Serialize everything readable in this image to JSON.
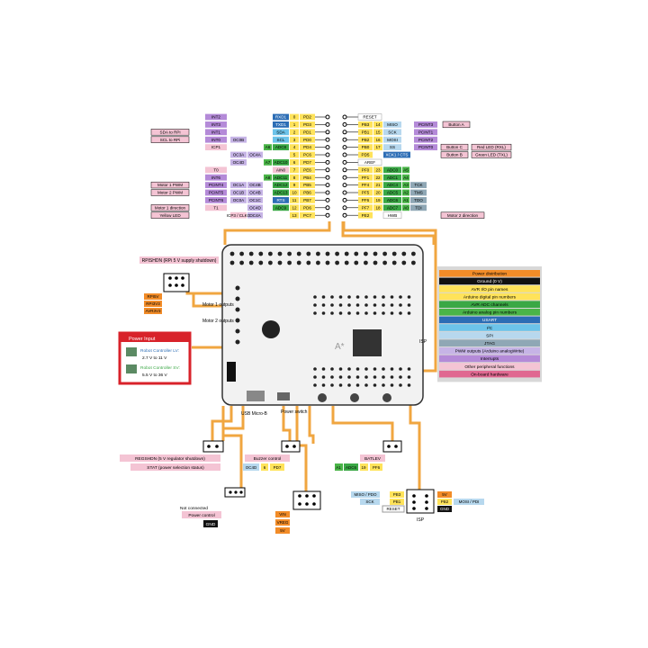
{
  "colors": {
    "power": "#f28c28",
    "ground": "#111111",
    "io": "#ffe35a",
    "digital": "#ffe35a",
    "adc": "#3aa845",
    "analog": "#4ab548",
    "usart": "#2c6db5",
    "i2c": "#6cc3ea",
    "spi": "#b7d8ee",
    "jtag": "#8fa7b5",
    "pwm": "#c6b4e6",
    "interrupt": "#b48ad8",
    "periph": "#f4c4d4",
    "hw": "#e06891",
    "board": "#f2f2f2",
    "orange_line": "#f0a640",
    "red": "#d8222a"
  },
  "legend": {
    "items": [
      {
        "label": "Power distribution",
        "kind": "power"
      },
      {
        "label": "Ground (0 V)",
        "kind": "ground"
      },
      {
        "label": "AVR I/O pin names",
        "kind": "io"
      },
      {
        "label": "Arduino digital pin numbers",
        "kind": "digital"
      },
      {
        "label": "AVR ADC channels",
        "kind": "adc"
      },
      {
        "label": "Arduino analog pin numbers",
        "kind": "analog"
      },
      {
        "label": "USART",
        "kind": "usart"
      },
      {
        "label": "I²C",
        "kind": "i2c"
      },
      {
        "label": "SPI",
        "kind": "spi"
      },
      {
        "label": "JTAG",
        "kind": "jtag"
      },
      {
        "label": "PWM outputs (Arduino analogWrite)",
        "kind": "pwm"
      },
      {
        "label": "Interrupts",
        "kind": "interrupt"
      },
      {
        "label": "Other peripheral functions",
        "kind": "periph"
      },
      {
        "label": "On-board hardware",
        "kind": "hw"
      }
    ]
  },
  "left_header": {
    "rows": [
      {
        "hw": "",
        "periph": "",
        "extra": "",
        "pcint": "INT2",
        "usart": "RXD1",
        "num": "0",
        "pin": "PD2"
      },
      {
        "hw": "",
        "periph": "",
        "extra": "",
        "pcint": "INT3",
        "usart": "TXD1",
        "num": "1",
        "pin": "PD3"
      },
      {
        "hw": "SDA to RPi",
        "periph": "",
        "extra": "",
        "pcint": "INT1",
        "usart": "SDA",
        "num": "2",
        "pin": "PD1"
      },
      {
        "hw": "SCL to RPi",
        "periph": "OC0B",
        "extra": "",
        "pcint": "INT0",
        "usart": "SCL",
        "num": "3",
        "pin": "PD0"
      },
      {
        "hw": "",
        "periph": "",
        "extra": "A6",
        "pcint": "ICP1",
        "usart": "ADC8",
        "num": "4",
        "pin": "PD4"
      },
      {
        "hw": "",
        "periph": "OC3A",
        "extra": "OC4A",
        "pcint": "",
        "usart": "",
        "num": "5",
        "pin": "PC6"
      },
      {
        "hw": "",
        "periph": "OC4D",
        "extra": "A7",
        "pcint": "",
        "usart": "ADC10",
        "num": "6",
        "pin": "PD7"
      },
      {
        "hw": "",
        "periph": "",
        "extra": "",
        "pcint": "T0",
        "usart": "AIN0",
        "num": "7",
        "pin": "PE6"
      },
      {
        "hw": "",
        "periph": "",
        "extra": "A8",
        "pcint": "INT6",
        "usart": "ADC11",
        "num": "8",
        "pin": "PB4"
      },
      {
        "hw": "Motor 1 PWM",
        "periph": "OC1A",
        "extra": "OC4B",
        "pcint": "PCINT4",
        "usart": "ADC12",
        "num": "9",
        "pin": "PB5"
      },
      {
        "hw": "Motor 2 PWM",
        "periph": "OC1B",
        "extra": "OC4B",
        "pcint": "PCINT5",
        "usart": "ADC13",
        "num": "10",
        "pin": "PB6"
      },
      {
        "hw": "",
        "periph": "OC0A",
        "extra": "OC1C",
        "pcint": "PCINT6",
        "usart": "RTS",
        "num": "11",
        "pin": "PB7"
      },
      {
        "hw": "Motor 1 direction",
        "periph": "",
        "extra": "OC4D",
        "pcint": "T1",
        "usart": "ADC9",
        "num": "12",
        "pin": "PD6"
      },
      {
        "hw": "Yellow LED",
        "periph": "ICP3 / CLKO",
        "extra": "OC4A",
        "pcint": "",
        "usart": "",
        "num": "13",
        "pin": "PC7"
      }
    ]
  },
  "right_header": {
    "rows": [
      {
        "pin": "RESET",
        "num": "",
        "func": "",
        "pcint": "",
        "hw": ""
      },
      {
        "pin": "PB3",
        "num": "14",
        "func": "MISO",
        "pcint": "PCINT3",
        "hw": "Button A"
      },
      {
        "pin": "PB1",
        "num": "15",
        "func": "SCK",
        "pcint": "PCINT1",
        "hw": ""
      },
      {
        "pin": "PB2",
        "num": "16",
        "func": "MOSI",
        "pcint": "PCINT2",
        "hw": ""
      },
      {
        "pin": "PB0",
        "num": "17",
        "func": "SS",
        "pcint": "PCINT0",
        "hw": "Button C",
        "hw2": "Red LED (RXL)"
      },
      {
        "pin": "PD5",
        "num": "",
        "func": "XCK1 / CTS",
        "pcint": "",
        "hw": "Button B",
        "hw2": "Green LED (TXL)"
      },
      {
        "pin": "AREF",
        "num": "",
        "func": "",
        "pcint": "",
        "hw": ""
      },
      {
        "pin": "PF0",
        "num": "23",
        "func": "ADC0",
        "analog": "A5",
        "jtag": ""
      },
      {
        "pin": "PF1",
        "num": "22",
        "func": "ADC1",
        "analog": "A4",
        "jtag": ""
      },
      {
        "pin": "PF4",
        "num": "21",
        "func": "ADC4",
        "analog": "A3",
        "jtag": "TCK"
      },
      {
        "pin": "PF5",
        "num": "20",
        "func": "ADC5",
        "analog": "A2",
        "jtag": "TMS"
      },
      {
        "pin": "PF6",
        "num": "19",
        "func": "ADC6",
        "analog": "A1",
        "jtag": "TDO"
      },
      {
        "pin": "PF7",
        "num": "18",
        "func": "ADC7",
        "analog": "A0",
        "jtag": "TDI"
      },
      {
        "pin": "PE2",
        "num": "",
        "func": "HWB",
        "analog": "",
        "jtag": "",
        "hw": "Motor 2 direction"
      }
    ]
  },
  "rpi_shdn": {
    "label": "RPISHDN (RPi 5 V supply shutdown)",
    "pins": [
      "RPI5V",
      "RPI3V3",
      "AVR3V3"
    ]
  },
  "motor1": "Motor 1 outputs",
  "motor2": "Motor 2 outputs",
  "power_input": {
    "title": "Power Input",
    "lv_name": "Robot Controller LV:",
    "lv_range": "2.7 V to 11 V",
    "sv_name": "Robot Controller SV:",
    "sv_range": "5.5 V to 36 V"
  },
  "usb_label": "USB Micro-B",
  "switch_label": "Power switch",
  "isp_label": "ISP",
  "board_ic": "A*",
  "reg": {
    "a": "REGSHDN (5 V regulator shutdown)",
    "b": "STAT (power selection status)"
  },
  "buzzer": {
    "label": "Buzzer control",
    "oc": "OC4D",
    "num": "6",
    "pin": "PD7"
  },
  "batlev": {
    "label": "BATLEV",
    "a": "A1",
    "adc": "ADC6",
    "num": "19",
    "pin": "PF6"
  },
  "nc": {
    "a": "Not connected",
    "b": "Power control",
    "c": "GND"
  },
  "vin": {
    "a": "VIN",
    "b": "VREG",
    "c": "5V"
  },
  "isp_bottom": {
    "left": [
      [
        "MISO / PDO",
        "PB3"
      ],
      [
        "SCK",
        "PB1"
      ],
      [
        "",
        "RESET"
      ]
    ],
    "right": [
      [
        "5V",
        ""
      ],
      [
        "PB2",
        "MOSI / PDI"
      ],
      [
        "GND",
        ""
      ]
    ],
    "label": "ISP"
  }
}
